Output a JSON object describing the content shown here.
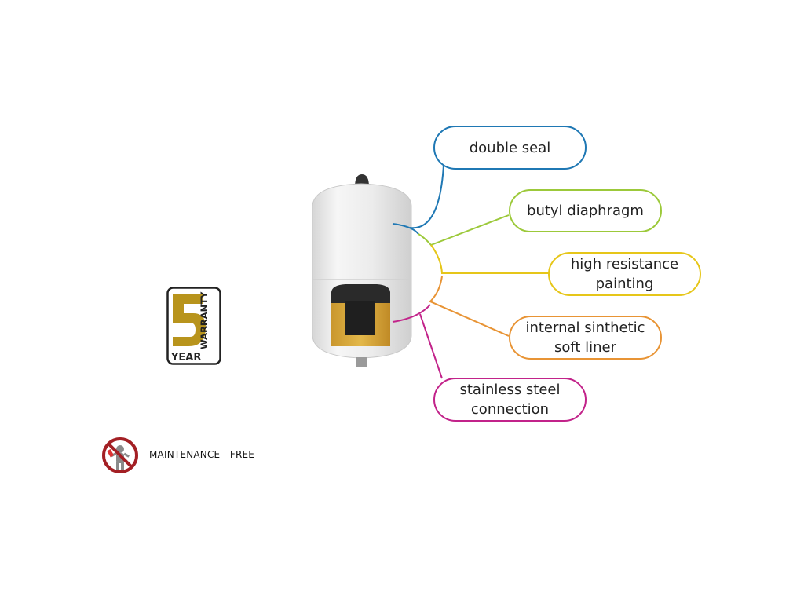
{
  "warranty": {
    "number": "5",
    "year_text": "YEAR",
    "warranty_text": "WARRANTY",
    "gold_color": "#b8941c"
  },
  "maintenance": {
    "label": "MAINTENANCE - FREE",
    "icon": "no-tools-icon",
    "color": "#a31f24"
  },
  "callouts": [
    {
      "id": "double-seal",
      "lines": [
        "double seal"
      ],
      "color": "#1f78b4"
    },
    {
      "id": "butyl-diaphragm",
      "lines": [
        "butyl diaphragm"
      ],
      "color": "#9cc93a"
    },
    {
      "id": "high-resistance-painting",
      "lines": [
        "high resistance",
        "painting"
      ],
      "color": "#e6c619"
    },
    {
      "id": "internal-liner",
      "lines": [
        "internal sinthetic",
        "soft liner"
      ],
      "color": "#e89435"
    },
    {
      "id": "stainless-connection",
      "lines": [
        "stainless steel",
        "connection"
      ],
      "color": "#c2238a"
    }
  ],
  "tank": {
    "body_color": "#eeeeee",
    "base_color": "#d4a63a",
    "icon": "expansion-tank-image"
  }
}
